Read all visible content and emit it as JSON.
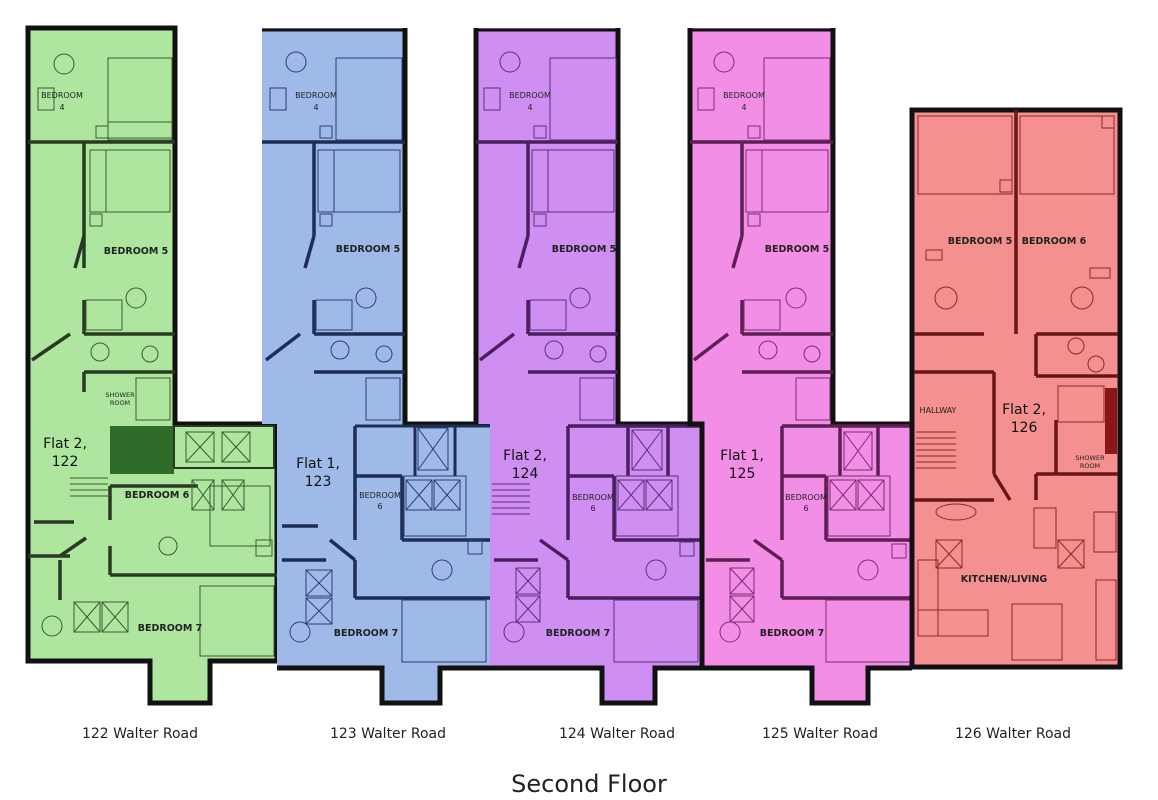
{
  "title": "Second Floor",
  "colors": {
    "122": "#aee6a0",
    "123": "#9fb9e9",
    "124": "#cf8ef1",
    "125": "#f38ee6",
    "126": "#f49090",
    "wall": "#111111"
  },
  "buildings": [
    {
      "id": "122",
      "address": "122 Walter Road",
      "flat": [
        "Flat 2,",
        "122"
      ],
      "rooms": {
        "bedroom4": [
          "BEDROOM",
          "4"
        ],
        "bedroom5": "BEDROOM 5",
        "bedroom6": "BEDROOM 6",
        "bedroom7": "BEDROOM 7",
        "shower": [
          "SHOWER",
          "ROOM"
        ]
      }
    },
    {
      "id": "123",
      "address": "123 Walter Road",
      "flat": [
        "Flat 1,",
        "123"
      ],
      "rooms": {
        "bedroom4": [
          "BEDROOM",
          "4"
        ],
        "bedroom5": "BEDROOM 5",
        "bedroom6": [
          "BEDROOM",
          "6"
        ],
        "bedroom7": "BEDROOM 7"
      }
    },
    {
      "id": "124",
      "address": "124 Walter Road",
      "flat": [
        "Flat 2,",
        "124"
      ],
      "rooms": {
        "bedroom4": [
          "BEDROOM",
          "4"
        ],
        "bedroom5": "BEDROOM 5",
        "bedroom6": [
          "BEDROOM",
          "6"
        ],
        "bedroom7": "BEDROOM 7"
      }
    },
    {
      "id": "125",
      "address": "125 Walter Road",
      "flat": [
        "Flat 1,",
        "125"
      ],
      "rooms": {
        "bedroom4": [
          "BEDROOM",
          "4"
        ],
        "bedroom5": "BEDROOM 5",
        "bedroom6": [
          "BEDROOM",
          "6"
        ],
        "bedroom7": "BEDROOM 7"
      }
    },
    {
      "id": "126",
      "address": "126 Walter Road",
      "flat": [
        "Flat 2,",
        "126"
      ],
      "rooms": {
        "bedroom5": "BEDROOM 5",
        "bedroom6": "BEDROOM 6",
        "hallway": "HALLWAY",
        "shower": [
          "SHOWER",
          "ROOM"
        ],
        "kitchen": "KITCHEN/LIVING"
      }
    }
  ]
}
